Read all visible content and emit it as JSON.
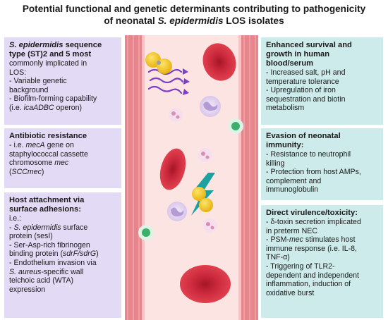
{
  "title": {
    "line1": "Potential functional and genetic determinants contributing to pathogenicity",
    "line2_pre": "of neonatal ",
    "line2_italic": "S. epidermidis",
    "line2_post": " LOS isolates"
  },
  "left_boxes": {
    "sequence_type": {
      "head_italic": "S. epidermidis",
      "head_rest_1": " sequence",
      "head_2": "type (ST)2 and 5 most",
      "body_1": "commonly implicated in",
      "body_2": "LOS:",
      "body_3": "- Variable genetic",
      "body_4": "background",
      "body_5": "- Biofilm-forming capability",
      "body_6_pre": "(i.e. ",
      "body_6_italic": "icaADBC",
      "body_6_post": " operon)"
    },
    "antibiotic": {
      "head": "Antibiotic resistance",
      "body_1_pre": "- i.e. ",
      "body_1_italic": "mecA",
      "body_1_post": " gene on",
      "body_2": "staphylococcal cassette",
      "body_3_pre": "chromosome ",
      "body_3_italic": "mec",
      "body_4_pre": "(",
      "body_4_italic": "SCCmec",
      "body_4_post": ")"
    },
    "attachment": {
      "head_1": "Host attachment via",
      "head_2": "surface adhesions:",
      "body_1": " i.e.:",
      "body_2_pre": "- ",
      "body_2_italic": "S. epidermidis",
      "body_2_post": " surface",
      "body_3": "protein (sesI)",
      "body_4": "- Ser-Asp-rich fibrinogen",
      "body_5_pre": "binding protein (",
      "body_5_italic": "sdrF/sdrG",
      "body_5_post": ")",
      "body_6": "- Endothelium invasion via",
      "body_7_italic": "S. aureus",
      "body_7_post": "-specific wall",
      "body_8": "teichoic acid (WTA)",
      "body_9": "expression"
    }
  },
  "right_boxes": {
    "survival": {
      "head_1": "Enhanced survival and",
      "head_2": "growth in human",
      "head_3": "blood/serum",
      "body_1": "- Increased salt, pH and",
      "body_2": "temperature tolerance",
      "body_3": "- Upregulation of iron",
      "body_4": "sequestration and biotin",
      "body_5": "metabolism"
    },
    "evasion": {
      "head_1": "Evasion of neonatal",
      "head_2": "immunity:",
      "body_1": "- Resistance to neutrophil",
      "body_2": "killing",
      "body_3": "- Protection from host AMPs,",
      "body_4": "complement and",
      "body_5": "immunoglobulin"
    },
    "virulence": {
      "head": "Direct virulence/toxicity:",
      "body_1": "- δ-toxin secretion implicated",
      "body_2": "in preterm NEC",
      "body_3_pre": "- PSM-",
      "body_3_italic": "mec",
      "body_3_post": " stimulates host",
      "body_4": "immune response (i.e. IL-8,",
      "body_5": "TNF-α)",
      "body_6": "- Triggering of TLR2-",
      "body_7": "dependent and independent",
      "body_8": "inflammation, induction of",
      "body_9": "oxidative burst"
    }
  },
  "colors": {
    "left_box": "#e3daf6",
    "right_box": "#cdebea",
    "vessel_wall": "#e8868c",
    "vessel_lumen": "#fbe3e1",
    "red_cell": "#cf2d3b",
    "bacteria": "#f3c51f",
    "toxin_bolt": "#1ba1a0",
    "arrows": "#7a3fc4"
  }
}
